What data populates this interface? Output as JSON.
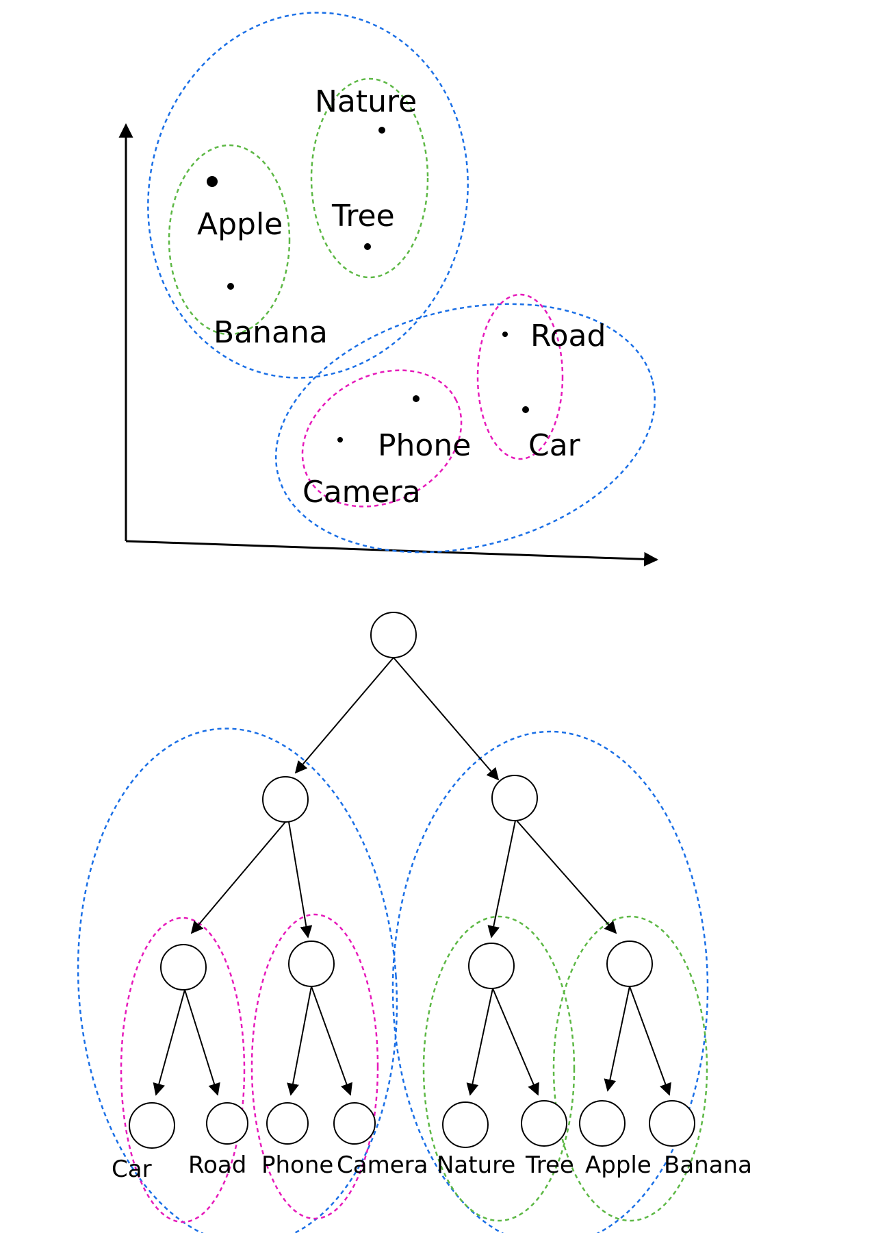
{
  "colors": {
    "ink": "#000000",
    "blue": "#1a6fe6",
    "green": "#5db845",
    "magenta": "#e61aba",
    "background": "#ffffff"
  },
  "scatter": {
    "labels": {
      "nature": "Nature",
      "tree": "Tree",
      "apple": "Apple",
      "banana": "Banana",
      "road": "Road",
      "phone": "Phone",
      "car": "Car",
      "camera": "Camera"
    }
  },
  "tree": {
    "leaf_labels": [
      "Car",
      "Road",
      "Phone",
      "Camera",
      "Nature",
      "Tree",
      "Apple",
      "Banana"
    ]
  }
}
